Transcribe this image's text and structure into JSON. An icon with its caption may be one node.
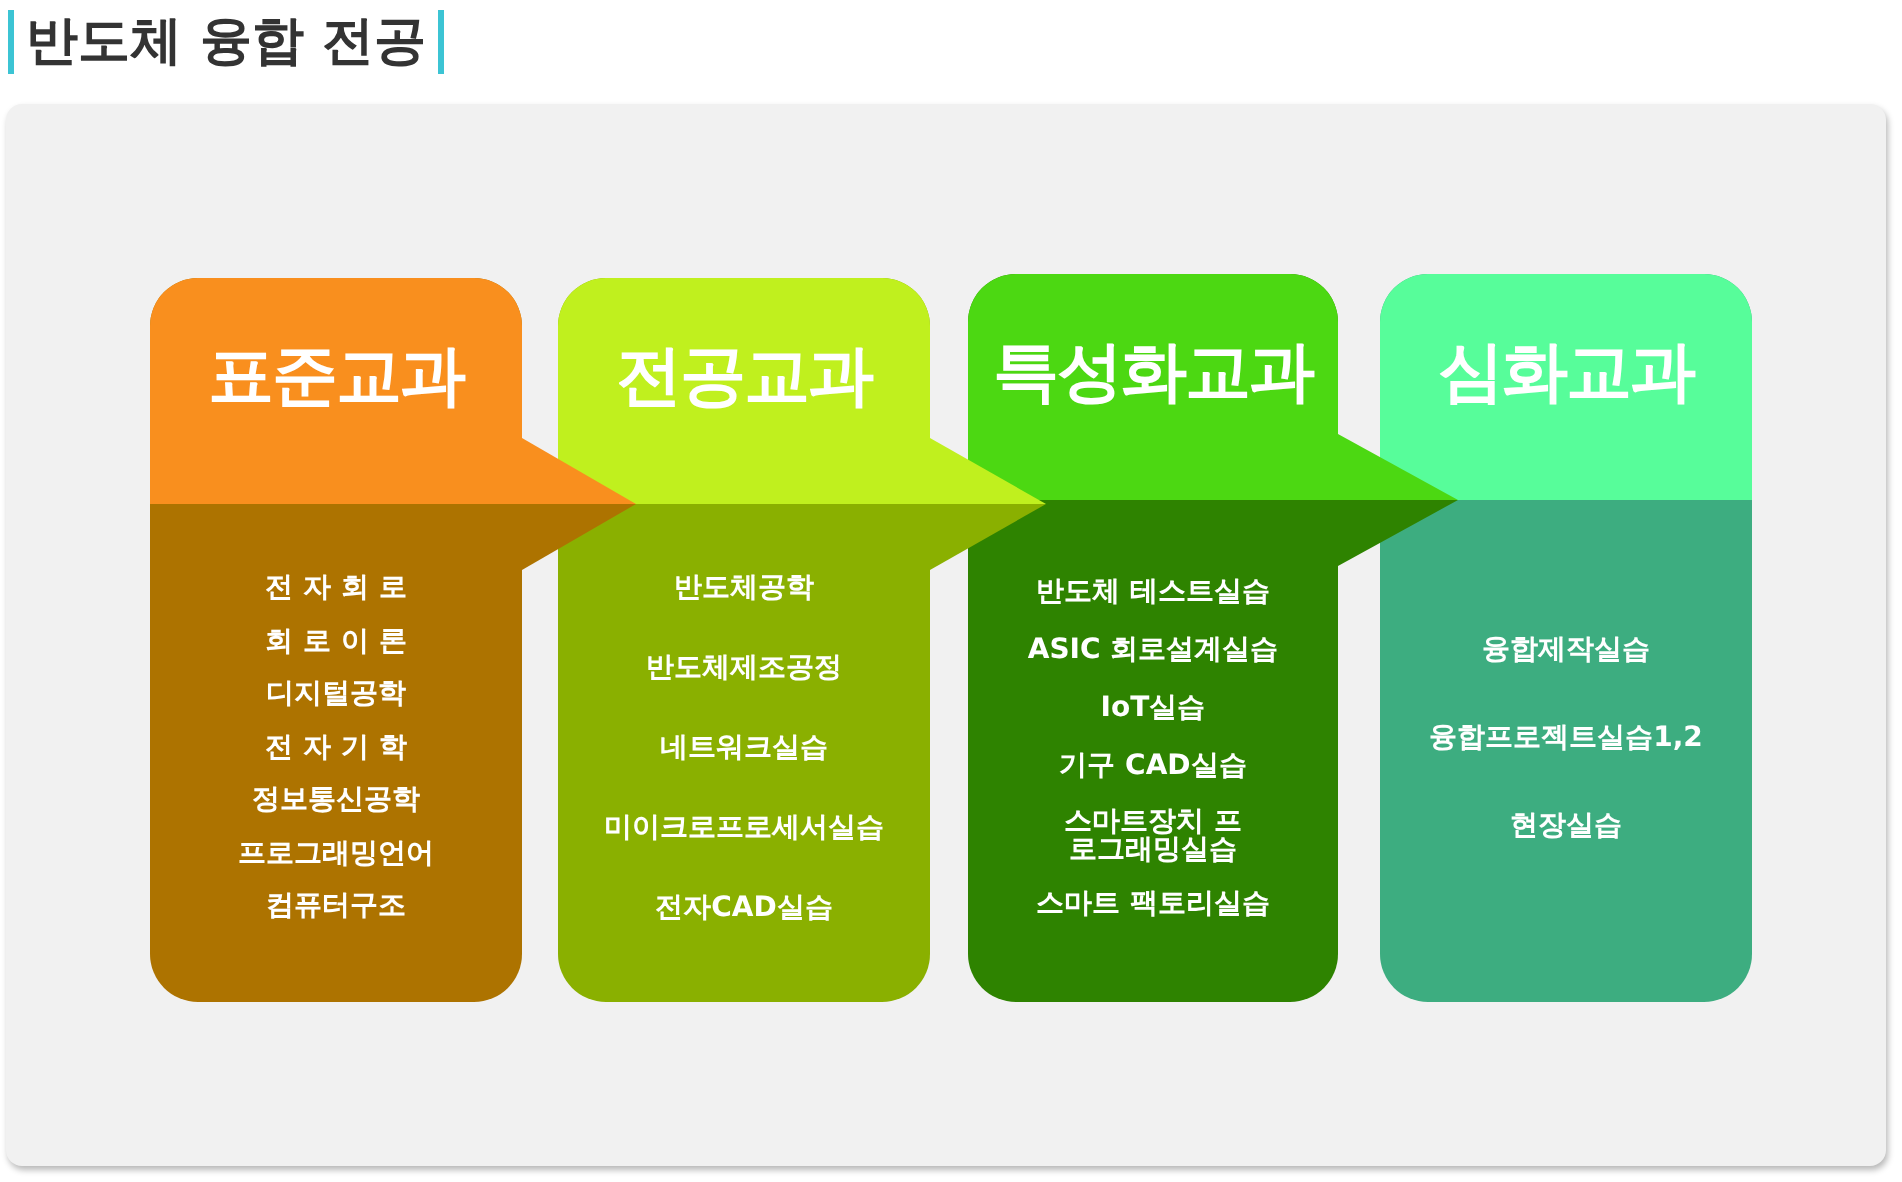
{
  "diagram": {
    "title": "반도체 융합 전공",
    "nodes": [
      {
        "text": [
          "표준교과",
          "전 자 회 로",
          "회 로 이 론",
          "디지털공학",
          "전 자 기 학",
          "정보통신공학",
          "프로그래밍언어",
          "컴퓨터구조"
        ]
      },
      {
        "text": [
          "전공교과",
          "반도체공학",
          "반도체제조공정",
          "네트워크실습",
          "미이크로프로세서실습",
          "전자CAD실습"
        ]
      },
      {
        "text": [
          "특성화교과",
          "반도체 테스트실습",
          "ASIC 회로설계실습",
          "IoT실습",
          "기구 CAD실습",
          "스마트장치 프로그래밍실습",
          "스마트 팩토리실습"
        ]
      },
      {
        "text": [
          "심화교과",
          "융합제작실습",
          "융합프로젝트실습1,2",
          "현장실습"
        ]
      }
    ],
    "edges": [
      {
        "from": 0,
        "to": 1,
        "arrow": "to"
      },
      {
        "from": 1,
        "to": 2,
        "arrow": "to"
      },
      {
        "from": 2,
        "to": 3,
        "arrow": "to"
      }
    ]
  }
}
